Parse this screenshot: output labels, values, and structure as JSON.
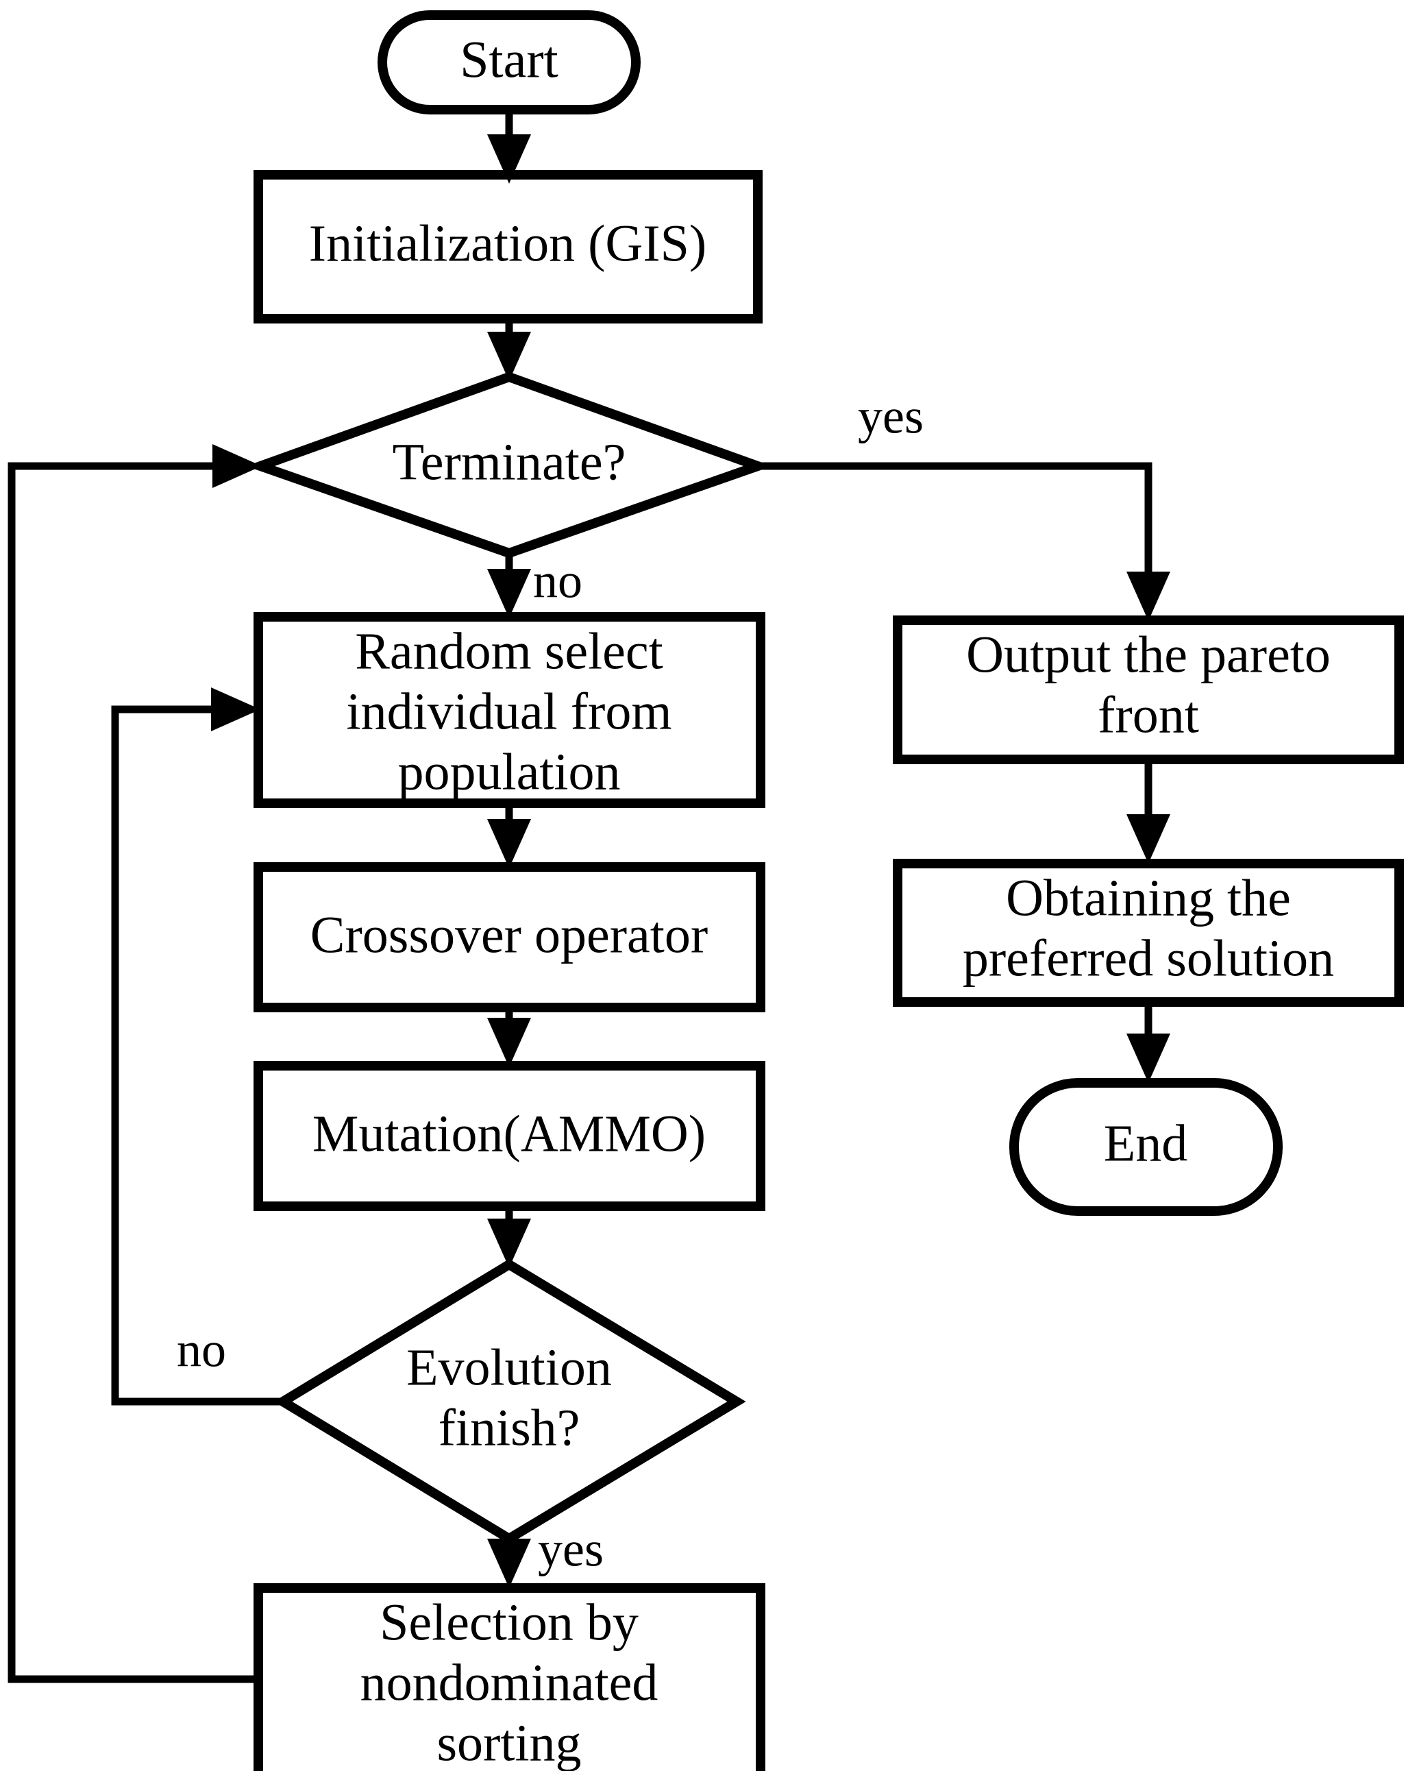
{
  "diagram": {
    "title": "Multi-objective evolutionary optimization flowchart",
    "background_color": "#ffffff",
    "line_color": "#000000",
    "text_color": "#000000",
    "shape_fill": "#ffffff"
  },
  "nodes": {
    "start": {
      "label": "Start",
      "shape": "terminator"
    },
    "initialization": {
      "label": "Initialization (GIS)",
      "shape": "process"
    },
    "terminate": {
      "label": "Terminate?",
      "shape": "decision"
    },
    "random_select": {
      "label": "Random select individual from population",
      "line1": "Random select",
      "line2": "individual from",
      "line3": "population",
      "shape": "process"
    },
    "crossover": {
      "label": "Crossover operator",
      "shape": "process"
    },
    "mutation": {
      "label": "Mutation(AMMO)",
      "shape": "process"
    },
    "evolution": {
      "label": "Evolution finish?",
      "line1": "Evolution",
      "line2": "finish?",
      "shape": "decision"
    },
    "selection": {
      "label": "Selection by nondominated sorting",
      "line1": "Selection by",
      "line2": "nondominated",
      "line3": "sorting",
      "shape": "process"
    },
    "output_pareto": {
      "label": "Output the pareto front",
      "line1": "Output the pareto",
      "line2": "front",
      "shape": "process"
    },
    "obtaining": {
      "label": "Obtaining the preferred solution",
      "line1": "Obtaining the",
      "line2": "preferred solution",
      "shape": "process"
    },
    "end": {
      "label": "End",
      "shape": "terminator"
    }
  },
  "edge_labels": {
    "terminate_yes": "yes",
    "terminate_no": "no",
    "evolution_no": "no",
    "evolution_yes": "yes"
  }
}
